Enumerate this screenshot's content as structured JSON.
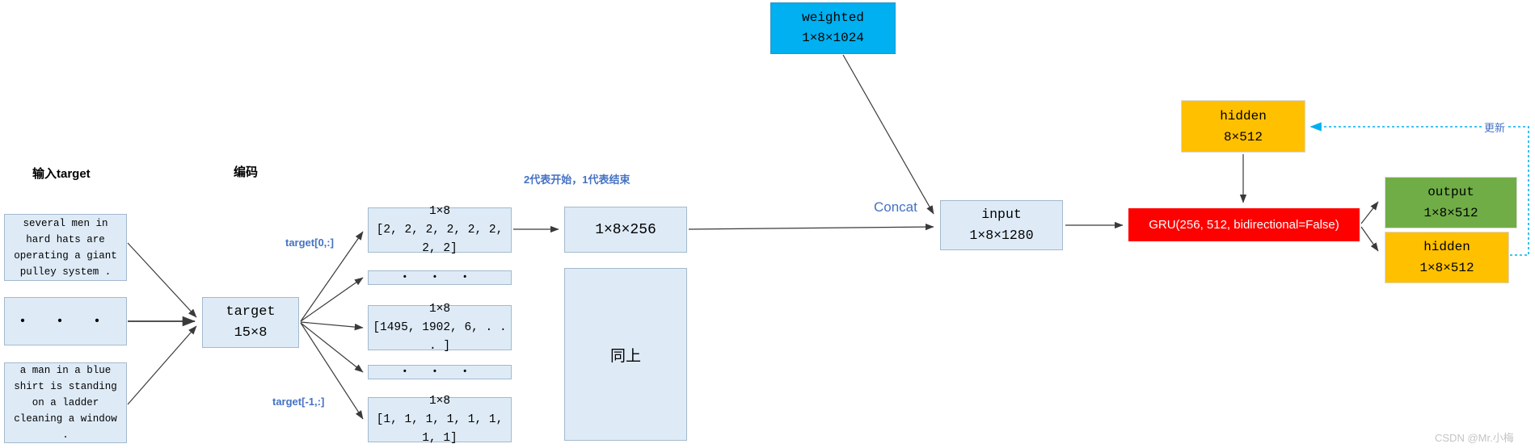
{
  "labels": {
    "input_target": "输入target",
    "encode": "编码",
    "token_note": "2代表开始，1代表结束",
    "target_first_row": "target[0,:]",
    "target_last_row": "target[-1,:]",
    "concat": "Concat",
    "update": "更新"
  },
  "nodes": {
    "sentence_top": "several men in hard hats are operating a giant pulley system .",
    "ellipsis": "• • •",
    "sentence_bottom": "a man in a blue shirt is standing on a ladder cleaning a window .",
    "target": {
      "title": "target",
      "shape": "15×8"
    },
    "enc_first": {
      "shape": "1×8",
      "values": "[2, 2, 2, 2, 2, 2, 2, 2]"
    },
    "enc_mid": {
      "shape": "1×8",
      "values": "[1495, 1902, 6, . . . ]"
    },
    "enc_last": {
      "shape": "1×8",
      "values": "[1, 1, 1, 1, 1, 1, 1, 1]"
    },
    "embedded": "1×8×256",
    "same_as_above": "同上",
    "weighted": {
      "title": "weighted",
      "shape": "1×8×1024"
    },
    "input": {
      "title": "input",
      "shape": "1×8×1280"
    },
    "gru": "GRU(256, 512, bidirectional=False)",
    "hidden_state": {
      "title": "hidden",
      "shape": "8×512"
    },
    "output": {
      "title": "output",
      "shape": "1×8×512"
    },
    "hidden_out": {
      "title": "hidden",
      "shape": "1×8×512"
    }
  },
  "colors": {
    "node_fill": "#deebf7",
    "weighted_fill": "#00b0f0",
    "gru_fill": "#ff0000",
    "hidden_fill": "#ffc000",
    "output_fill": "#70ad47",
    "label_blue": "#4472c4",
    "update_dash": "#00b0f0",
    "arrow": "#3a3a3a"
  },
  "page": {
    "watermark": "CSDN @Mr.小梅"
  }
}
